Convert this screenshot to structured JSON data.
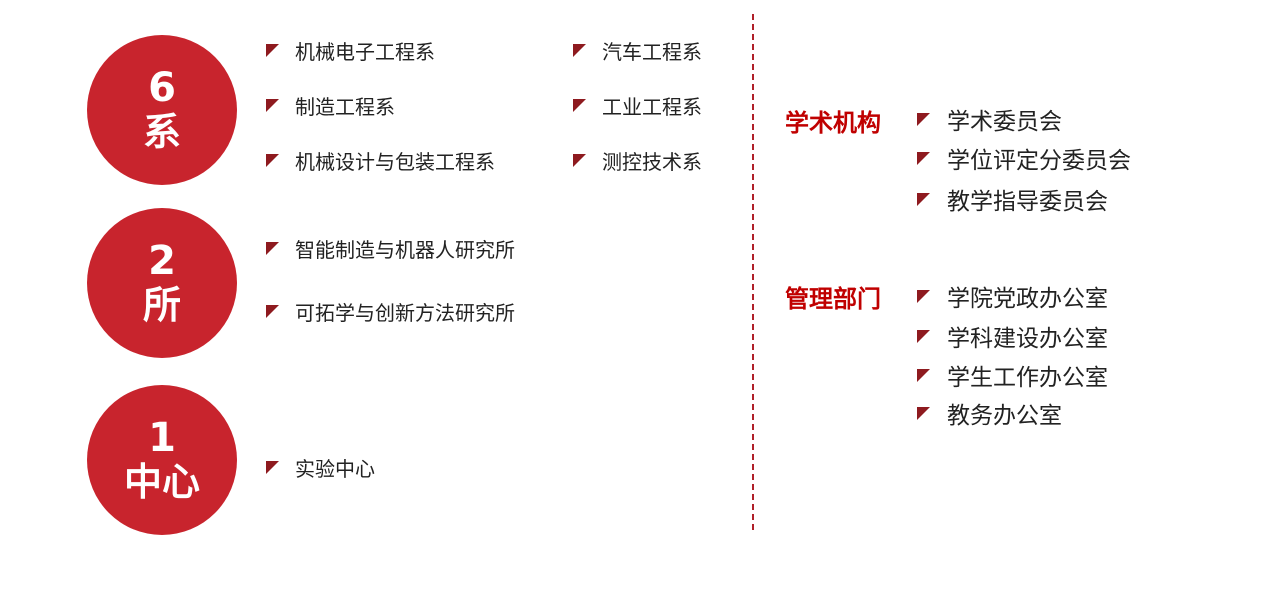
{
  "departments": {
    "count": "6",
    "unit": "系",
    "items": [
      "机械电子工程系",
      "汽车工程系",
      "制造工程系",
      "工业工程系",
      "机械设计与包装工程系",
      "测控技术系"
    ]
  },
  "institutes": {
    "count": "2",
    "unit": "所",
    "items": [
      "智能制造与机器人研究所",
      "可拓学与创新方法研究所"
    ]
  },
  "centers": {
    "count": "1",
    "unit": "中心",
    "items": [
      "实验中心"
    ]
  },
  "academic": {
    "heading": "学术机构",
    "items": [
      "学术委员会",
      "学位评定分委员会",
      "教学指导委员会"
    ]
  },
  "management": {
    "heading": "管理部门",
    "items": [
      "学院党政办公室",
      "学科建设办公室",
      "学生工作办公室",
      "教务办公室"
    ]
  },
  "colors": {
    "circle": "#c8242d",
    "bullet": "#8e1a1f",
    "heading": "#c00000",
    "divider": "#b0202a"
  }
}
